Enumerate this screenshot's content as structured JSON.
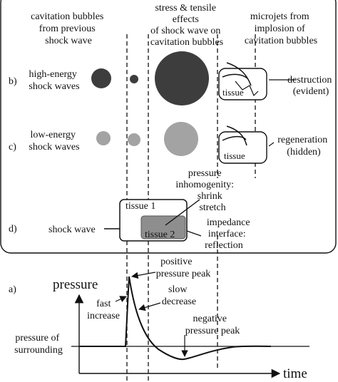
{
  "headers": {
    "col1": [
      "cavitation bubbles",
      "from previous",
      "shock wave"
    ],
    "col2": [
      "stress & tensile",
      "effects",
      "of shock wave on",
      "cavitation bubbles"
    ],
    "col3": [
      "microjets from",
      "implosion of",
      "cavitation bubbles"
    ]
  },
  "row_b": {
    "label": "b)",
    "title": [
      "high-energy",
      "shock waves"
    ],
    "tissue": "tissue",
    "result": [
      "destruction",
      "(evident)"
    ]
  },
  "row_c": {
    "label": "c)",
    "title": [
      "low-energy",
      "shock waves"
    ],
    "tissue": "tissue",
    "result": [
      "regeneration",
      "(hidden)"
    ]
  },
  "row_d": {
    "label": "d)",
    "shock_wave": "shock wave",
    "tissue1": "tissue 1",
    "tissue2": "tissue 2",
    "inhomogenity": [
      "pressure",
      "inhomogenity:",
      "shrink",
      "stretch"
    ],
    "impedance": [
      "impedance",
      "interface:",
      "reflection"
    ]
  },
  "graph_a": {
    "label": "a)",
    "y_axis": "pressure",
    "x_axis": "time",
    "baseline": [
      "pressure of",
      "surrounding"
    ],
    "positive_peak": [
      "positive",
      "pressure peak"
    ],
    "fast_increase": [
      "fast",
      "increase"
    ],
    "slow_decrease": [
      "slow",
      "decrease"
    ],
    "negative_peak": [
      "negative",
      "pressure peak"
    ]
  },
  "colors": {
    "bubble_dark": "#3d3d3d",
    "bubble_light": "#a3a3a3",
    "tissue2_fill": "#8e8e8e"
  }
}
